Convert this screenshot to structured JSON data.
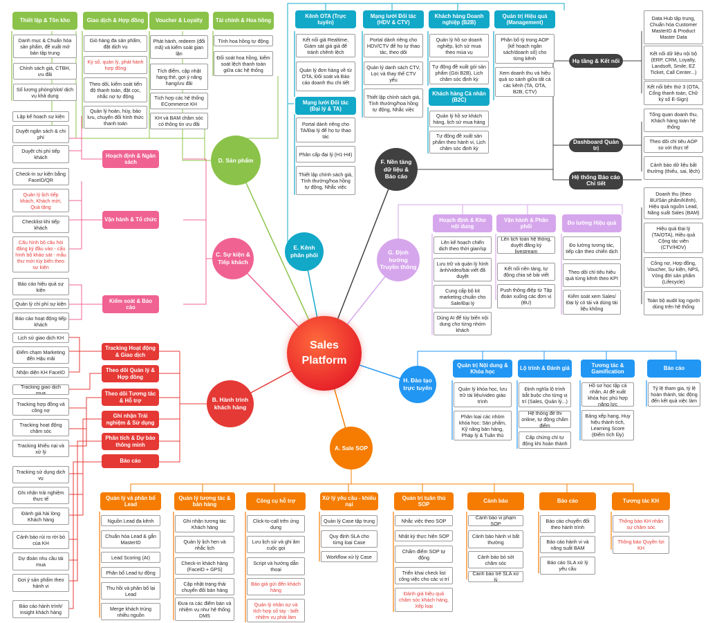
{
  "colors": {
    "green": "#8bc34a",
    "teal": "#12a8c8",
    "red": "#e53935",
    "pink": "#f06292",
    "purple": "#d6a6ec",
    "blue": "#2196f3",
    "orange": "#f57c00",
    "dark": "#404040",
    "center": "#e8262a"
  },
  "center": {
    "label": "Sales\nPlatform"
  },
  "d": {
    "label": "D. Sản phẩm",
    "headers": [
      "Thiết lập & Tồn kho",
      "Giao dịch & Hợp đồng",
      "Voucher & Loyalty",
      "Tài chính & Hoa hồng"
    ],
    "col1": [
      "Danh mục & Chuẩn hóa sản phẩm, đề xuất mở bán tập trung",
      "Chính sách giá, CTBH, ưu đãi",
      "Số lượng phòng/slot/ dịch vụ khả dụng"
    ],
    "col2": [
      "Giỏ hàng đa sản phẩm, đặt dịch vụ",
      "Ký số, quản lý, phát hành hợp đồng",
      "Theo dõi, kiểm soát tiến độ thanh toán, đặt cọc, nhắc nợ tự động",
      "Quản lý hoàn, hủy, bảo lưu, chuyển đổi hình thức thanh toán"
    ],
    "col3": [
      "Phát hành, redeem (đổi mã) và kiểm soát gian lận",
      "Tích điểm, cập nhật hạng thẻ, gợi ý nâng hạng/ưu đãi",
      "Tích hợp các hệ thống ECommerce KH",
      "KH và BAM chăm sóc có thông tin ưu đãi"
    ],
    "col4": [
      "Tính hoa hồng tự động",
      "Đối soát hoa hồng, kiểm soát lệch thanh toán giữa các hệ thống"
    ]
  },
  "e": {
    "label": "E. Kênh phân phối",
    "headers": [
      "Kênh OTA (Trực tuyến)",
      "Mạng lưới Đối tác (HDV & CTV)",
      "Khách hàng Doanh nghiệp (B2B)",
      "Quản trị Hiệu quả (Management)",
      "Mạng lưới Đối tác (Đại lý & TA)",
      "Khách hàng Cá nhân (B2C)"
    ],
    "ota": [
      "Kết nối giá Realtime, Giám sát giá giả để tránh chênh lệch",
      "Quản lý đơn hàng về từ OTA, Đối soát và Báo cáo doanh thu chi tiết"
    ],
    "hdv": [
      "Portal dành riêng cho HDV/CTV để họ tự thao tác, theo dõi",
      "Quản lý danh sách CTV, Lọc và thay thế CTV yếu",
      "Thiết lập chính sách giá, Tính thưởng/hoa hồng tự động, Nhắc việc"
    ],
    "b2b": [
      "Quản lý hồ sơ doanh nghiệp, lịch sử mua theo mùa vụ",
      "Tự động đề xuất gói sản phẩm (Gói B2B), Lịch chăm sóc định kỳ"
    ],
    "mgmt": [
      "Phân bổ tỷ trọng AOP (kế hoạch ngân sách/doanh số) cho từng kênh",
      "Xem doanh thu và hiệu quả so sánh giữa tất cả các kênh (TA, OTA, B2B, CTV)"
    ],
    "ta": [
      "Portal dành riêng cho TA/Đại lý để họ tự thao tác",
      "Phân cấp đại lý (H1-H4)",
      "Thiết lập chính sách giá, Tính thưởng/hoa hồng tự động, Nhắc việc"
    ],
    "b2c": [
      "Quản lý hồ sơ khách hàng, lịch sử mua hàng",
      "Tự động đề xuất sản phẩm theo hành vi, Lịch chăm sóc định kỳ"
    ]
  },
  "f": {
    "label": "F. Nền tảng dữ liệu & Báo cáo",
    "hubs": [
      "Hạ tầng & Kết nối",
      "Dashboard Quản trị",
      "Hệ thống Báo cáo Chi tiết"
    ],
    "infra": [
      "Data Hub tập trung, Chuẩn hóa Customer MasterID & Product Master Data",
      "Kết nối dữ liệu nội bộ (ERP, CRM, Loyalty, Landsoft, Smile, EZ Ticket, Call Center...)",
      "Kết nối bên thứ 3 (OTA, Cổng thanh toán, Chữ ký số E-Sign)"
    ],
    "dash": [
      "Tổng quan doanh thu, Khách hàng toàn hệ thống",
      "Theo dõi chỉ tiêu AOP so với thực tế",
      "Cảnh báo dữ liệu bất thường (thiếu, sai, lệch)"
    ],
    "rep": [
      "Doanh thu (theo BU/Sản phẩm/Kênh), Hiệu quả nguồn Lead, Năng suất Sales (BAM)",
      "Hiệu quả Đại lý (TA/OTA), Hiệu quả Cộng tác viên (CTV/HDV)",
      "Công nợ, Hợp đồng, Voucher, Sự kiện, NPS, Vòng đời sản phẩm (Lifecycle)",
      "Toàn bộ audit log người dùng trên hệ thống"
    ]
  },
  "g": {
    "label": "G. Định hướng Truyền thông",
    "headers": [
      "Hoạch định & Kho nội dung",
      "Vận hành & Phân phối",
      "Đo lường Hiệu quả"
    ],
    "col1": [
      "Lên kế hoạch chiến dịch theo thời gian/sp",
      "Lưu trữ và quản lý hình ảnh/video/bài viết đã duyệt",
      "Cung cấp bộ kit marketing chuẩn cho Sale/Đại lý",
      "Dùng AI để tùy biến nội dung cho từng nhóm khách"
    ],
    "col2": [
      "Lên lịch toàn hệ thống, duyệt đăng ký livestream",
      "Kết nối nền tảng, tự động chia sẻ bài viết",
      "Push thông điệp từ Tập đoàn xuống các đơn vị (BU)"
    ],
    "col3": [
      "Đo lường tương tác, tiếp cận theo chiến dịch",
      "Theo dõi chỉ tiêu hiệu quả từng kênh theo KPI",
      "Kiểm soát xem Sales/ Đại lý có tải và dùng tài liệu không"
    ]
  },
  "h": {
    "label": "H. Đào tạo trực tuyến",
    "headers": [
      "Quản trị Nội dung & Khóa học",
      "Lộ trình & Đánh giá",
      "Tương tác & Gamification",
      "Báo cáo"
    ],
    "col1": [
      "Quản lý khóa học, lưu trữ tài liệu/video giáo trình",
      "Phân loại các nhóm khóa học: Sản phẩm, Kỹ năng bán hàng, Pháp lý & Tuân thủ"
    ],
    "col2": [
      "Định nghĩa lộ trình bắt buộc cho từng vị trí (Sales, Quản lý...)",
      "Hệ thống đề thi online, tự động chấm điểm",
      "Cấp chứng chỉ tự động khi hoàn thành"
    ],
    "col3": [
      "Hồ sơ học tập cá nhân, AI đề xuất khóa học phù hợp năng lực",
      "Bảng xếp hạng, Huy hiệu thành tích, Learning Score (Điểm tích lũy)"
    ],
    "col4": [
      "Tỷ lệ tham gia, tỷ lệ hoàn thành, tác động đến kết quả việc làm"
    ]
  },
  "c": {
    "label": "C. Sự kiện & Tiếp khách",
    "headers": [
      "Hoạch định & Ngân sách",
      "Vận hành & Tổ chức",
      "Kiểm soát & Báo cáo"
    ],
    "plan": [
      "Lập kế hoạch sự kiện",
      "Duyệt ngân sách & chi phí",
      "Duyệt chi phí tiếp khách"
    ],
    "ops": [
      "Check-in sự kiện bằng FaceID/QR",
      "Quản lý lịch tiếp khách, Khách mời, Quà tặng",
      "Checklist khi tiếp khách",
      "Cấu hình bộ câu hỏi đăng ký đầu vào - cấu hình bộ khảo sát - mẫu thư mời tùy biến theo sự kiện"
    ],
    "ctrl": [
      "Báo cáo hiệu quả sự kiện",
      "Quản lý chi phí sự kiện",
      "Báo cáo hoạt động tiếp khách"
    ]
  },
  "b": {
    "label": "B. Hành trình khách hàng",
    "headers": [
      "Tracking Hoạt động & Giao dịch",
      "Theo dõi Quản lý & Hợp đồng",
      "Theo dõi Tương tác & Hỗ trợ",
      "Ghi nhận Trải nghiệm & Sử dụng",
      "Phân tích & Dự báo thông minh",
      "Báo cáo"
    ],
    "g1": [
      "Lịch sử giao dịch KH",
      "Điểm chạm Marketing đến Hậu mãi",
      "Nhận diện KH FaceID"
    ],
    "g2": [
      "Tracking giao dịch mua"
    ],
    "g3": [
      "Tracking hợp đồng và công nợ",
      "Tracking hoạt động chăm sóc",
      "Tracking khiếu nại và xử lý"
    ],
    "g4": [
      "Tracking sử dụng dịch vụ",
      "Ghi nhận trải nghiệm thực tế",
      "Đánh giá hài lòng Khách hàng"
    ],
    "g5": [
      "Cảnh báo rủi ro rời bỏ của KH",
      "Dự đoán nhu cầu tái mua",
      "Gợi ý sản phẩm theo hành vi"
    ],
    "g6": [
      "Báo cáo hành trình/ insight khách hàng"
    ]
  },
  "a": {
    "label": "A. Sale SOP",
    "headers": [
      "Quản lý và phân bổ Lead",
      "Quản lý tương tác & bán hàng",
      "Công cụ hỗ trợ",
      "Xử lý yêu cầu - khiếu nại",
      "Quản trị tuân thủ SOP",
      "Cảnh báo",
      "Báo cáo",
      "Tương tác KH"
    ],
    "col1": [
      "Nguồn Lead đa kênh",
      "Chuẩn hóa Lead & gắn MasterID",
      "Lead Scoring (AI)",
      "Phân bổ Lead tự động",
      "Thu hồi và phân bổ lại Lead",
      "Merge khách trùng nhiều nguồn"
    ],
    "col2": [
      "Ghi nhận tương tác Khách hàng",
      "Quản lý lịch hẹn và nhắc lịch",
      "Check-in khách hàng (FaceID + GPS)",
      "Cập nhật trạng thái chuyển đổi bán hàng",
      "Đưa ra các điểm bán và nhiệm vụ như hệ thống DMS"
    ],
    "col3": [
      "Click-to-call trên ứng dụng",
      "Lưu lịch sử và ghi âm cuộc gọi",
      "Script và hướng dẫn thoại",
      "Báo giá gửi đến khách hàng",
      "Quản lý nhân sự và tích hợp sổ tay - biết nhiệm vụ phải làm"
    ],
    "col4": [
      "Quản lý Case tập trung",
      "Quy định SLA cho từng loại Case",
      "Workflow xử lý Case"
    ],
    "col5": [
      "Nhắc việc theo SOP",
      "Nhật ký thực hiện SOP",
      "Chấm điểm SOP tự động",
      "Triển khai check list công việc cho các vị trí",
      "Đánh giá hiệu quả chăm sóc khách hàng, Xếp loại"
    ],
    "col6": [
      "Cảnh báo vi phạm SOP",
      "Cảnh báo hành vi bất thường",
      "Cảnh báo bỏ sót chăm sóc",
      "Cảnh báo trễ SLA xử lý"
    ],
    "col7": [
      "Báo cáo chuyển đổi theo hành trình",
      "Báo cáo hành vi và năng suất BAM",
      "Báo cáo SLA xử lý yêu cầu"
    ],
    "col8": [
      "Thông báo KH nhận sự chăm sóc",
      "Thông báo Quyền lợi KH"
    ]
  }
}
